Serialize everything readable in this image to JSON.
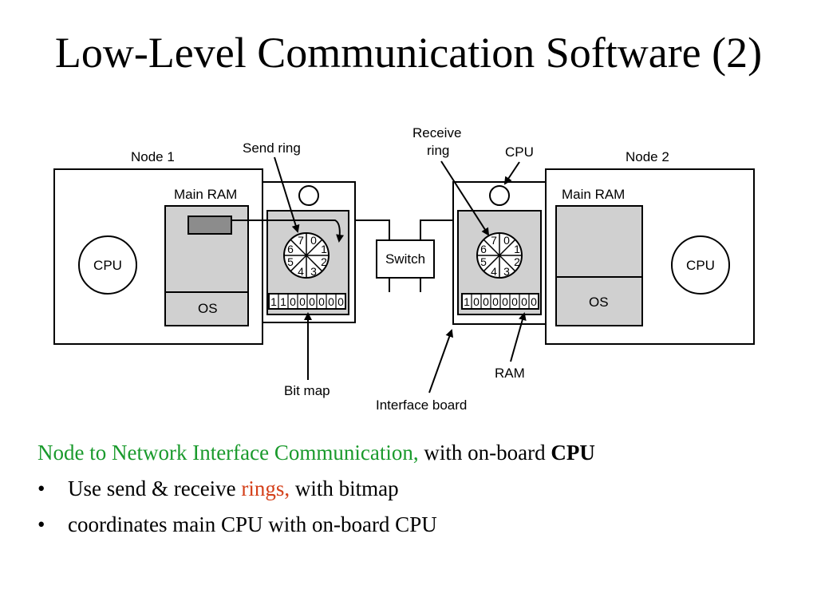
{
  "slide": {
    "title": "Low-Level Communication Software (2)"
  },
  "diagram": {
    "node1_label": "Node 1",
    "node2_label": "Node 2",
    "main_ram_label_1": "Main RAM",
    "main_ram_label_2": "Main RAM",
    "cpu_label_1": "CPU",
    "cpu_label_2": "CPU",
    "os_label_1": "OS",
    "os_label_2": "OS",
    "send_ring_label": "Send ring",
    "receive_ring_label_line1": "Receive",
    "receive_ring_label_line2": "ring",
    "board_cpu_label": "CPU",
    "switch_label": "Switch",
    "bit_map_label": "Bit map",
    "interface_board_label": "Interface board",
    "ram_label": "RAM",
    "ring_slots": [
      "0",
      "1",
      "2",
      "3",
      "4",
      "5",
      "6",
      "7"
    ],
    "bitmap_1": "11000000",
    "bitmap_2": "10000000"
  },
  "text": {
    "line1_green": "Node to Network Interface Communication,",
    "line1_rest": " with on-board ",
    "line1_bold": "CPU",
    "bullet_char": "•",
    "bullet1_a": "Use send & receive ",
    "bullet1_red": "rings,",
    "bullet1_b": " with bitmap",
    "bullet2": "coordinates main CPU with on-board CPU"
  },
  "colors": {
    "green": "#1a9a2c",
    "red": "#d4401a",
    "gray_fill": "#d0d0d0",
    "dark_gray": "#8c8c8c"
  }
}
